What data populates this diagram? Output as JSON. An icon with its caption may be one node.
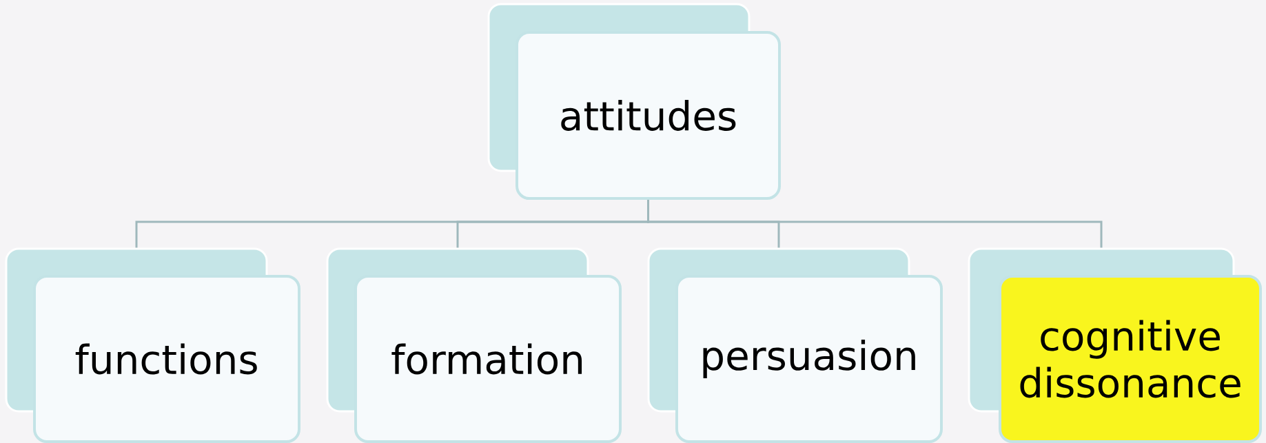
{
  "diagram": {
    "nodes": [
      {
        "text": [
          "attitudes"
        ]
      },
      {
        "text": [
          "functions"
        ]
      },
      {
        "text": [
          "formation"
        ]
      },
      {
        "text": [
          "persuasion"
        ]
      },
      {
        "text": [
          "cognitive dissonance"
        ]
      }
    ],
    "edges": [
      {
        "from": 0,
        "to": 1,
        "arrow": "none"
      },
      {
        "from": 0,
        "to": 2,
        "arrow": "none"
      },
      {
        "from": 0,
        "to": 3,
        "arrow": "none"
      },
      {
        "from": 0,
        "to": 4,
        "arrow": "none"
      }
    ]
  }
}
